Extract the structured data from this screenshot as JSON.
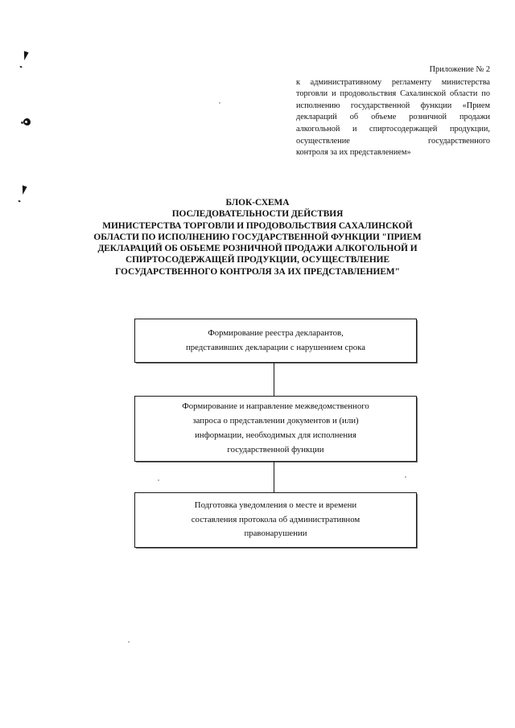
{
  "document": {
    "appendix_reference": {
      "title": "Приложение № 2",
      "body": "к административному регламенту министерства торговли и продовольствия Сахалинской области по исполнению государственной функции «Прием деклараций об объеме розничной продажи алкогольной и спиртосодержащей продукции, осуществление государственного",
      "body_last_line": "контроля за их представлением»"
    },
    "heading_lines": [
      "БЛОК-СХЕМА",
      "ПОСЛЕДОВАТЕЛЬНОСТИ ДЕЙСТВИЯ",
      "МИНИСТЕРСТВА ТОРГОВЛИ И ПРОДОВОЛЬСТВИЯ САХАЛИНСКОЙ",
      "ОБЛАСТИ ПО ИСПОЛНЕНИЮ ГОСУДАРСТВЕННОЙ ФУНКЦИИ \"ПРИЕМ",
      "ДЕКЛАРАЦИЙ ОБ ОБЪЕМЕ РОЗНИЧНОЙ ПРОДАЖИ АЛКОГОЛЬНОЙ И",
      "СПИРТОСОДЕРЖАЩЕЙ ПРОДУКЦИИ, ОСУЩЕСТВЛЕНИЕ",
      "ГОСУДАРСТВЕННОГО КОНТРОЛЯ ЗА ИХ ПРЕДСТАВЛЕНИЕМ\""
    ],
    "flowchart": {
      "nodes": [
        {
          "id": "node-1",
          "lines": [
            "Формирование реестра декларантов,",
            "представивших декларации с нарушением срока"
          ]
        },
        {
          "id": "node-2",
          "lines": [
            "Формирование и направление межведомственного",
            "запроса о представлении документов и (или)",
            "информации, необходимых для исполнения",
            "государственной функции"
          ]
        },
        {
          "id": "node-3",
          "lines": [
            "Подготовка уведомления о месте и времени",
            "составления протокола об административном",
            "правонарушении"
          ]
        }
      ]
    },
    "colors": {
      "page_background": "#ffffff",
      "text": "#111111",
      "box_border": "#1a1a1a",
      "box_shadow": "#6e6e6e"
    }
  }
}
